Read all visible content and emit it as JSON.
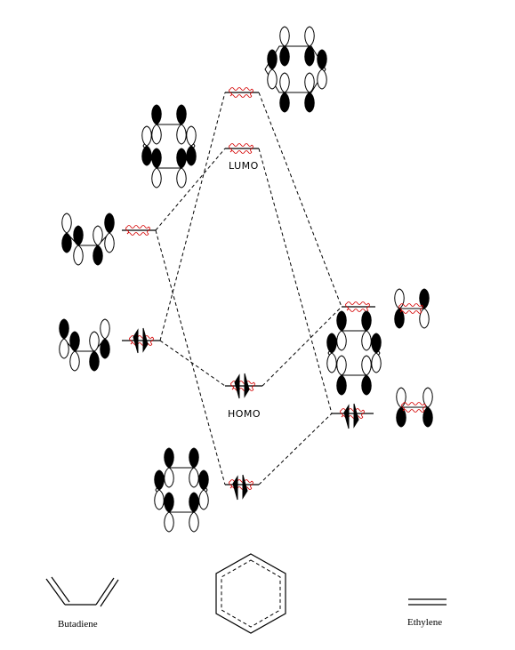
{
  "labels": {
    "lumo": "LUMO",
    "homo": "HOMO",
    "butadiene": "Butadiene",
    "ethylene": "Ethylene"
  },
  "levels": [
    {
      "id": "benzene-top-lumo",
      "occupancy": 0
    },
    {
      "id": "benzene-lumo",
      "occupancy": 0
    },
    {
      "id": "butadiene-lumo",
      "occupancy": 0
    },
    {
      "id": "butadiene-homo",
      "occupancy": 2
    },
    {
      "id": "benzene-homo",
      "occupancy": 2
    },
    {
      "id": "benzene-low",
      "occupancy": 2
    },
    {
      "id": "ethylene-lumo",
      "occupancy": 0
    },
    {
      "id": "ethylene-homo",
      "occupancy": 2
    }
  ],
  "colors": {
    "line": "#000000",
    "wavy": "#d40000",
    "lobe": "#000000"
  }
}
